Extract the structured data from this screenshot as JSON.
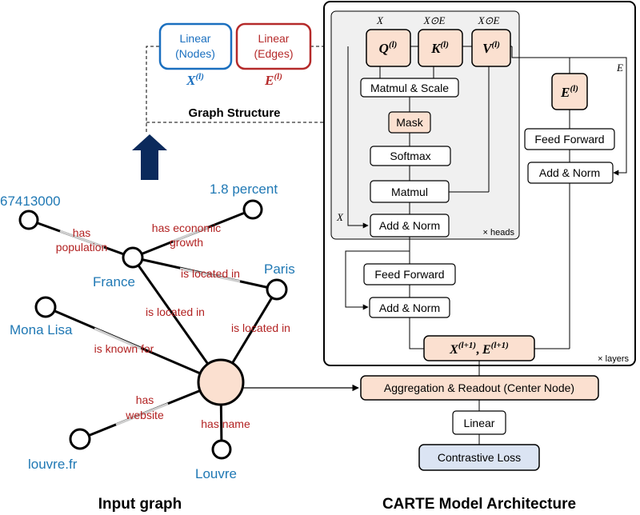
{
  "captions": {
    "left": "Input graph",
    "right": "CARTE Model Architecture"
  },
  "graph": {
    "nodes": {
      "population": "67413000",
      "growth": "1.8 percent",
      "france": "France",
      "paris": "Paris",
      "monalisa": "Mona Lisa",
      "website": "louvre.fr",
      "name": "Louvre"
    },
    "edges": {
      "population": [
        "has",
        "population"
      ],
      "growth": [
        "has economic",
        "growth"
      ],
      "located_paris": "is located  in",
      "located_center_france": "is located  in",
      "located_center_paris": "is located  in",
      "known_for": "is known for",
      "website": [
        "has",
        "website"
      ],
      "name": "has name"
    }
  },
  "linear_nodes": {
    "line1": "Linear",
    "line2": "(Nodes)",
    "symbol": "X",
    "sup": "(l)"
  },
  "linear_edges": {
    "line1": "Linear",
    "line2": "(Edges)",
    "symbol": "E",
    "sup": "(l)"
  },
  "graph_structure": "Graph Structure",
  "attention": {
    "q": {
      "symbol": "Q",
      "sup": "(l)",
      "input": "X"
    },
    "k": {
      "symbol": "K",
      "sup": "(l)",
      "input": "X⊙E"
    },
    "v": {
      "symbol": "V",
      "sup": "(l)",
      "input": "X⊙E"
    },
    "matmul_scale": "Matmul & Scale",
    "mask": "Mask",
    "softmax": "Softmax",
    "matmul": "Matmul",
    "add_norm": "Add & Norm",
    "residual": "X",
    "heads": "× heads"
  },
  "edge_branch": {
    "e": {
      "symbol": "E",
      "sup": "(l)"
    },
    "input": "E",
    "feed_forward": "Feed Forward",
    "add_norm": "Add & Norm"
  },
  "layer_block": {
    "feed_forward": "Feed Forward",
    "add_norm": "Add & Norm",
    "output_x": "X",
    "output_x_sup": "(l+1)",
    "output_sep": ",",
    "output_e": "E",
    "output_e_sup": "(l+1)",
    "layers": "× layers"
  },
  "readout": {
    "aggregation": "Aggregation & Readout (Center Node)",
    "linear": "Linear",
    "loss": "Contrastive Loss"
  },
  "colors": {
    "blue_label": "#1f78b4",
    "red_label": "#b22222",
    "node_fill": "#fbe0d0",
    "highlight_box": "#fbe0d0",
    "loss_fill": "#dbe4f3",
    "arrow_navy": "#0b2a5c",
    "linear_nodes_border": "#1a6fbf",
    "linear_edges_border": "#b52a2a"
  }
}
